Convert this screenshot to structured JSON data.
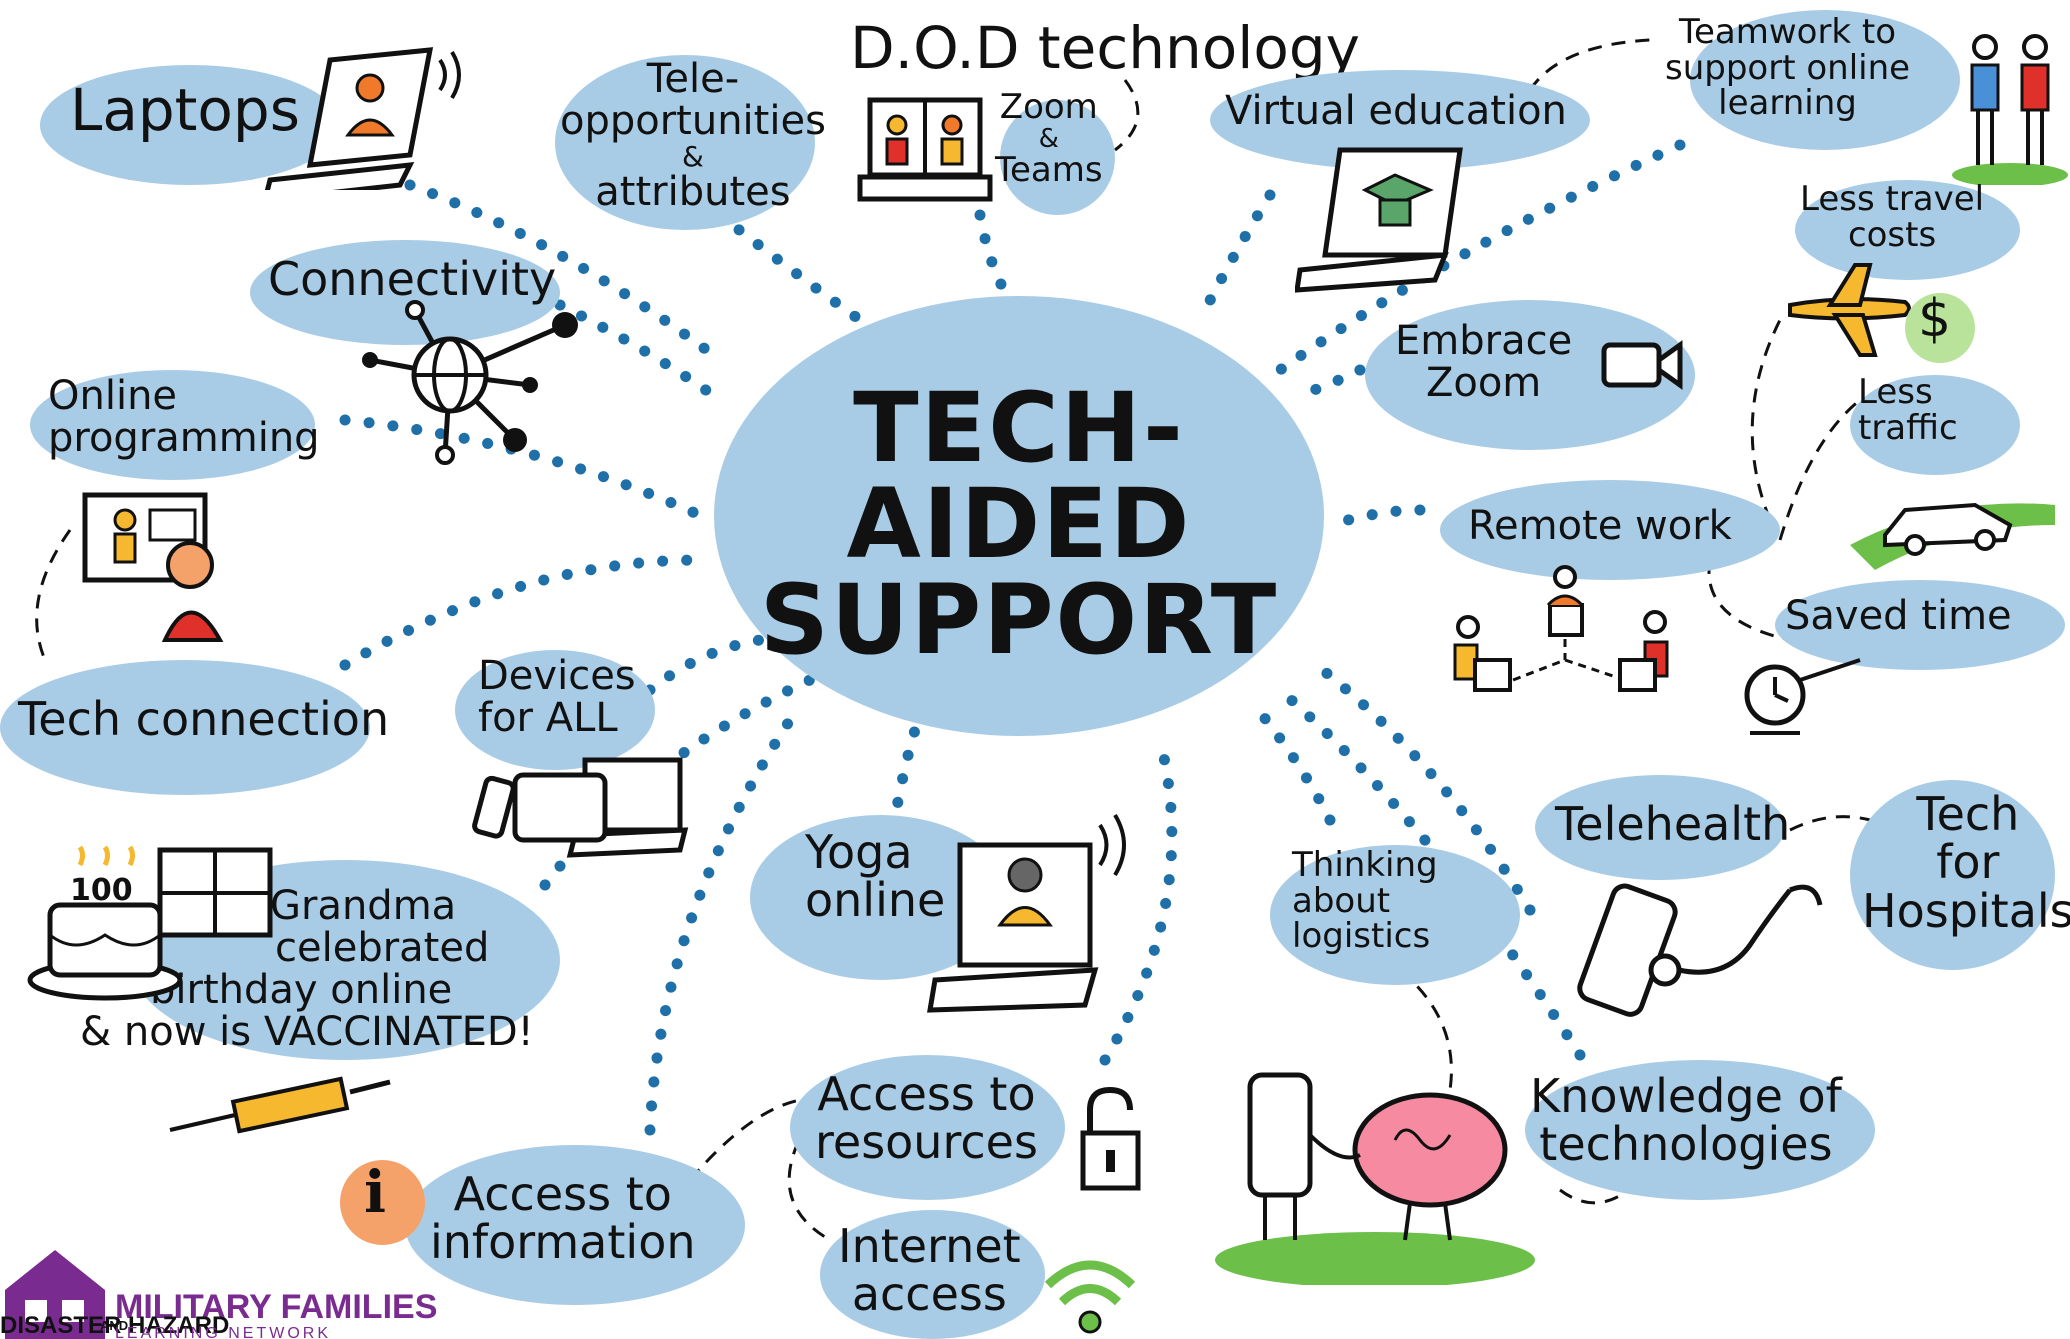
{
  "center": {
    "line1": "TECH-",
    "line2": "AIDED",
    "line3": "SUPPORT"
  },
  "nodes": {
    "laptops": "Laptops",
    "tele": [
      "Tele-",
      "opportunities",
      "&",
      "attributes"
    ],
    "dod": "D.O.D technology",
    "zoom_teams": [
      "Zoom",
      "&",
      "Teams"
    ],
    "virtual_education": "Virtual education",
    "teamwork": [
      "Teamwork to",
      "support online",
      "learning"
    ],
    "less_travel": [
      "Less travel",
      "costs"
    ],
    "connectivity": "Connectivity",
    "online_programming": [
      "Online",
      "programming"
    ],
    "embrace_zoom": [
      "Embrace",
      "Zoom"
    ],
    "less_traffic": [
      "Less",
      "traffic"
    ],
    "remote_work": "Remote work",
    "saved_time": "Saved time",
    "tech_connection": "Tech connection",
    "devices": [
      "Devices",
      "for ALL"
    ],
    "grandma": [
      "Grandma",
      "celebrated",
      "birthday online",
      "& now is VACCINATED!"
    ],
    "yoga": [
      "Yoga",
      "online"
    ],
    "thinking": [
      "Thinking",
      "about",
      "logistics"
    ],
    "telehealth": "Telehealth",
    "tech_hospitals": [
      "Tech",
      "for",
      "Hospitals"
    ],
    "knowledge": [
      "Knowledge of",
      "technologies"
    ],
    "access_resources": [
      "Access to",
      "resources"
    ],
    "access_information": [
      "Access to",
      "information"
    ],
    "internet_access": [
      "Internet",
      "access"
    ]
  },
  "logo": {
    "name": "MILITARY FAMILIES",
    "left_word": "DISASTER",
    "and_word": "AND",
    "right_word": "HAZARD",
    "sub": "LEARNING NETWORK"
  },
  "icons": {
    "dollar": "$",
    "info": "i",
    "cake_number": "100"
  },
  "colors": {
    "blob": "#a9cce6",
    "dots": "#1f6fa8",
    "grass": "#6cc04a",
    "orange": "#f07a2a",
    "red": "#e0302a",
    "yellow": "#f5b82e",
    "brain": "#f58aa0",
    "purple": "#7a2b8f"
  }
}
